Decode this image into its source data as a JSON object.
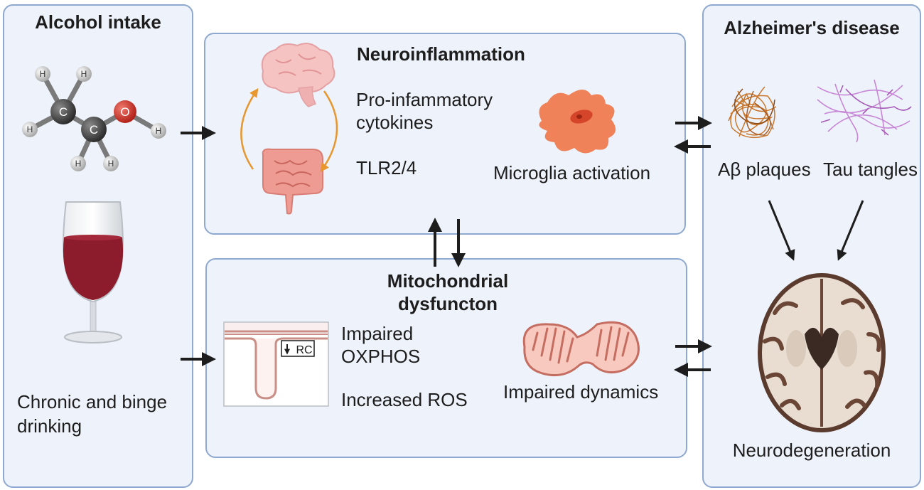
{
  "alcohol_panel": {
    "title": "Alcohol intake",
    "molecule_atoms": {
      "carbon": "C",
      "oxygen": "O",
      "hydrogen": "H"
    },
    "drinking_label_line1": "Chronic and binge",
    "drinking_label_line2": "drinking"
  },
  "neuroinflammation": {
    "title": "Neuroinflammation",
    "item1_line1": "Pro-infammatory",
    "item1_line2": "cytokines",
    "item2": "TLR2/4",
    "microglia_label": "Microglia activation"
  },
  "mitochondrial": {
    "title_line1": "Mitochondrial",
    "title_line2": "dysfuncton",
    "rc_label": "RC",
    "item1_line1": "Impaired",
    "item1_line2": "OXPHOS",
    "item2": "Increased ROS",
    "dynamics_label": "Impaired dynamics"
  },
  "alzheimers": {
    "title": "Alzheimer's disease",
    "plaques_label": "Aβ plaques",
    "tangles_label": "Tau tangles",
    "outcome_label": "Neurodegeneration"
  },
  "colors": {
    "panel_fill": "#eef3fb",
    "panel_border": "#8fa8cf",
    "arrow": "#1d1d1d",
    "cycle_arrow": "#e8962e",
    "microglia": "#f0825a",
    "wine": "#8c1c2c",
    "oxygen_atom": "#d9362b",
    "carbon_atom": "#4a4a4a"
  }
}
